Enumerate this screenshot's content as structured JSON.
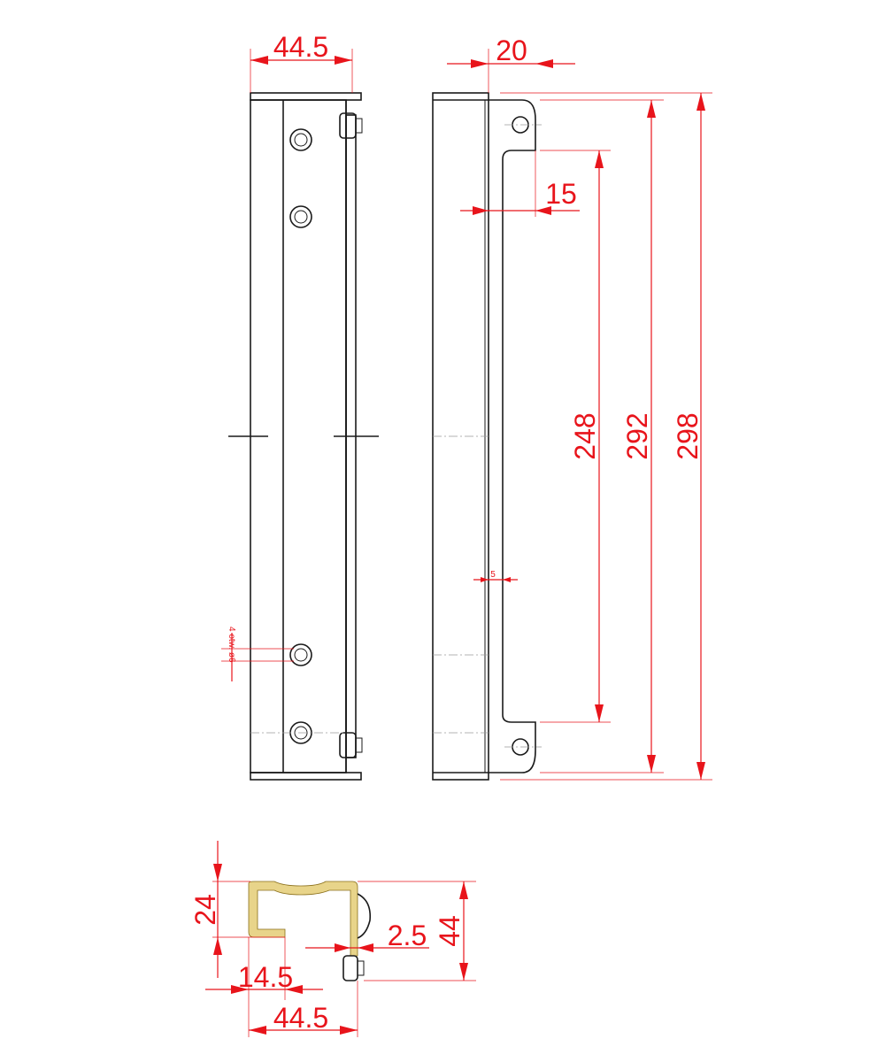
{
  "dimensions": {
    "front_width": "44.5",
    "side_width": "20",
    "offset_15": "15",
    "thickness_5": "5",
    "len_248": "248",
    "len_292": "292",
    "len_298": "298",
    "hole_note": "4 otw. ø6",
    "section_height_24": "24",
    "section_height_44": "44",
    "section_wall_2_5": "2.5",
    "section_offset_14_5": "14.5",
    "section_width_44_5": "44.5"
  },
  "colors": {
    "dimension": "#e8141b",
    "outline": "#1a1a1a",
    "section_fill": "#e8d48a"
  }
}
